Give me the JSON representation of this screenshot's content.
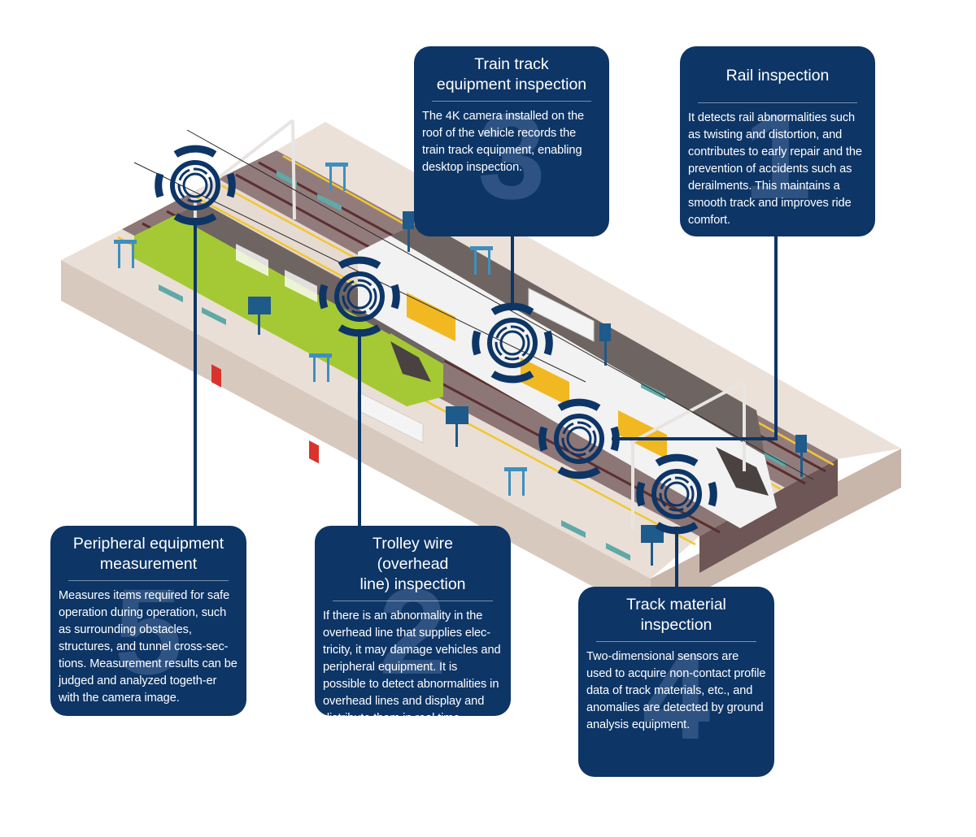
{
  "diagram": {
    "subject": "Railway station inspection overview",
    "colors": {
      "navy": "#0d3566",
      "platform_top": "#e8ddd5",
      "platform_side": "#d5c5bb",
      "track_bed": "#8f7a7a",
      "rail": "#5a2f2f",
      "yellow_line": "#f2c730",
      "train_green": "#a5c934",
      "train_yellow": "#f2b822",
      "train_white": "#f2f2f2",
      "roof_gray": "#6e6461",
      "shelter_blue": "#3e8fbf",
      "bench_teal": "#5fa9a8"
    },
    "markers": [
      {
        "id": "marker-5",
        "icon": "scan-target-icon"
      },
      {
        "id": "marker-2",
        "icon": "scan-target-icon"
      },
      {
        "id": "marker-3",
        "icon": "scan-target-icon"
      },
      {
        "id": "marker-1",
        "icon": "scan-target-icon"
      },
      {
        "id": "marker-4",
        "icon": "scan-target-icon"
      }
    ],
    "callouts": [
      {
        "number": "3",
        "title": "Train track equipment inspection",
        "title_lines": [
          "Train track",
          "equipment inspection"
        ],
        "body": "The 4K camera installed on the roof of the vehicle records the train track equipment, enabling desktop inspection."
      },
      {
        "number": "1",
        "title": "Rail inspection",
        "title_lines": [
          "Rail inspection"
        ],
        "body": "It detects rail abnormalities such as twisting and distortion, and contributes to early repair and the prevention of accidents such as derailments. This maintains a smooth track and improves ride comfort."
      },
      {
        "number": "5",
        "title": "Peripheral equipment measurement",
        "title_lines": [
          "Peripheral equipment",
          "measurement"
        ],
        "body": "Measures items required for safe operation during operation, such as surrounding obstacles, structures, and tunnel cross-sec-tions. Measurement results can be judged and analyzed togeth-er with the camera image."
      },
      {
        "number": "2",
        "title": "Trolley wire (overhead line) inspection",
        "title_lines": [
          "Trolley wire (overhead",
          "line) inspection"
        ],
        "body": "If there is an abnormality in the overhead line that supplies elec-tricity, it may damage vehicles and peripheral equipment. It is possible to detect abnormalities in overhead lines and display and distribute them in real time."
      },
      {
        "number": "4",
        "title": "Track material inspection",
        "title_lines": [
          "Track material",
          "inspection"
        ],
        "body": "Two-dimensional sensors are used to acquire non-contact profile data of track materials, etc., and anomalies are detected by ground analysis equipment."
      }
    ]
  }
}
